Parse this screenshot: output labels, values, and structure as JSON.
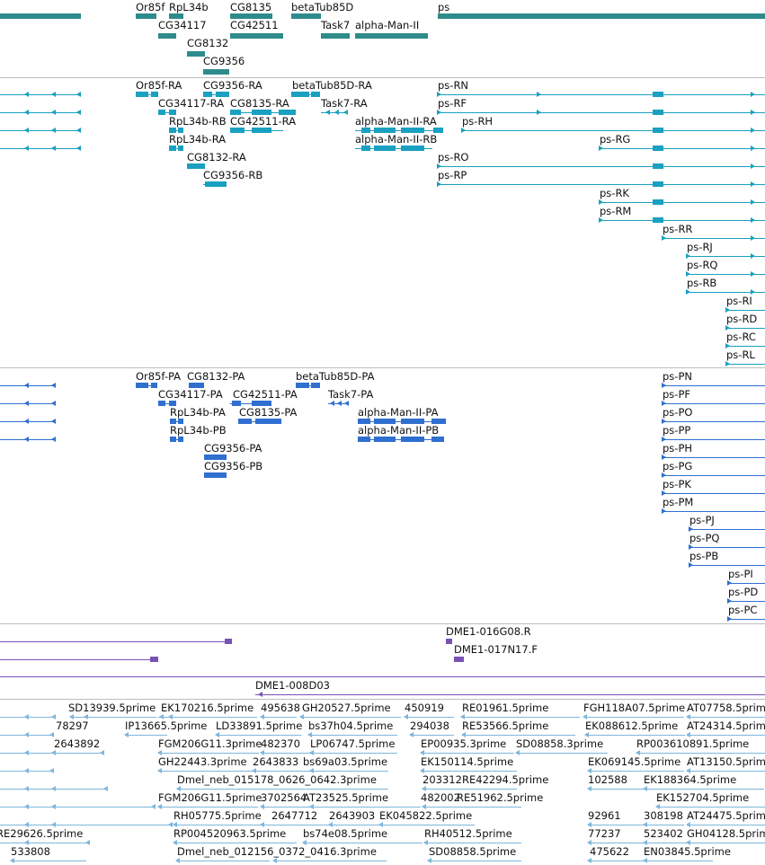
{
  "colors": {
    "gene": "#2e8b8b",
    "mrna": "#1aa0c0",
    "cds": "#2f6fd0",
    "clone": "#7a52b5",
    "est": "#7fb6dc"
  },
  "tracks": {
    "genes": {
      "labels": [
        "Or85f",
        "RpL34b",
        "CG8135",
        "betaTub85D",
        "ps",
        "CG34117",
        "CG42511",
        "Task7",
        "alpha-Man-II",
        "CG8132",
        "CG9356"
      ]
    },
    "transcripts": {
      "labels": [
        "Or85f-RA",
        "CG9356-RA",
        "betaTub85D-RA",
        "ps-RN",
        "CG34117-RA",
        "CG8135-RA",
        "Task7-RA",
        "ps-RF",
        "RpL34b-RB",
        "CG42511-RA",
        "alpha-Man-II-RA",
        "ps-RH",
        "RpL34b-RA",
        "alpha-Man-II-RB",
        "ps-RG",
        "CG8132-RA",
        "ps-RO",
        "CG9356-RB",
        "ps-RP",
        "ps-RK",
        "ps-RM",
        "ps-RR",
        "ps-RJ",
        "ps-RQ",
        "ps-RB",
        "ps-RI",
        "ps-RD",
        "ps-RC",
        "ps-RL"
      ]
    },
    "cds": {
      "labels": [
        "Or85f-PA",
        "CG8132-PA",
        "betaTub85D-PA",
        "ps-PN",
        "CG34117-PA",
        "CG42511-PA",
        "Task7-PA",
        "ps-PF",
        "RpL34b-PA",
        "CG8135-PA",
        "alpha-Man-II-PA",
        "ps-PO",
        "RpL34b-PB",
        "alpha-Man-II-PB",
        "ps-PP",
        "CG9356-PA",
        "ps-PH",
        "CG9356-PB",
        "ps-PG",
        "ps-PK",
        "ps-PM",
        "ps-PJ",
        "ps-PQ",
        "ps-PB",
        "ps-PI",
        "ps-PD",
        "ps-PC"
      ]
    },
    "clones": {
      "labels": [
        "DME1-016G08.R",
        "DME1-017N17.F",
        "DME1-008D03"
      ]
    },
    "ests": {
      "labels": [
        "SD13939.5prime",
        "EK170216.5prime",
        "495638",
        "GH20527.5prime",
        "450919",
        "RE01961.5prime",
        "FGH118A07.5prime",
        "AT07758.5prime",
        "78297",
        "IP13665.5prime",
        "LD33891.5prime",
        "bs37h04.5prime",
        "294038",
        "RE53566.5prime",
        "EK088612.5prime",
        "AT24314.5prime",
        "2643892",
        "FGM206G11.3prime",
        "482370",
        "LP06747.5prime",
        "EP00935.3prime",
        "SD08858.3prime",
        "RP003610891.5prime",
        "GH22443.3prime",
        "2643833",
        "bs69a03.5prime",
        "EK150114.5prime",
        "EK069145.5prime",
        "AT13150.5prime",
        "Dmel_neb_015178_0626_0642.3prime",
        "203312",
        "RE42294.5prime",
        "102588",
        "EK188364.5prime",
        "FGM206G11.5prime",
        "3702564",
        "AT23525.5prime",
        "482002",
        "RE51962.5prime",
        "EK152704.5prime",
        "RH05775.5prime",
        "2647712",
        "2643903",
        "EK045822.5prime",
        "92961",
        "308198",
        "AT24475.5prime",
        "RE29626.5prime",
        "RP004520963.5prime",
        "bs74e08.5prime",
        "RH40512.5prime",
        "77237",
        "523402",
        "GH04128.5prime",
        "533808",
        "Dmel_neb_012156_0372_0416.3prime",
        "SD08858.5prime",
        "475622",
        "EN03845.5prime"
      ]
    }
  }
}
